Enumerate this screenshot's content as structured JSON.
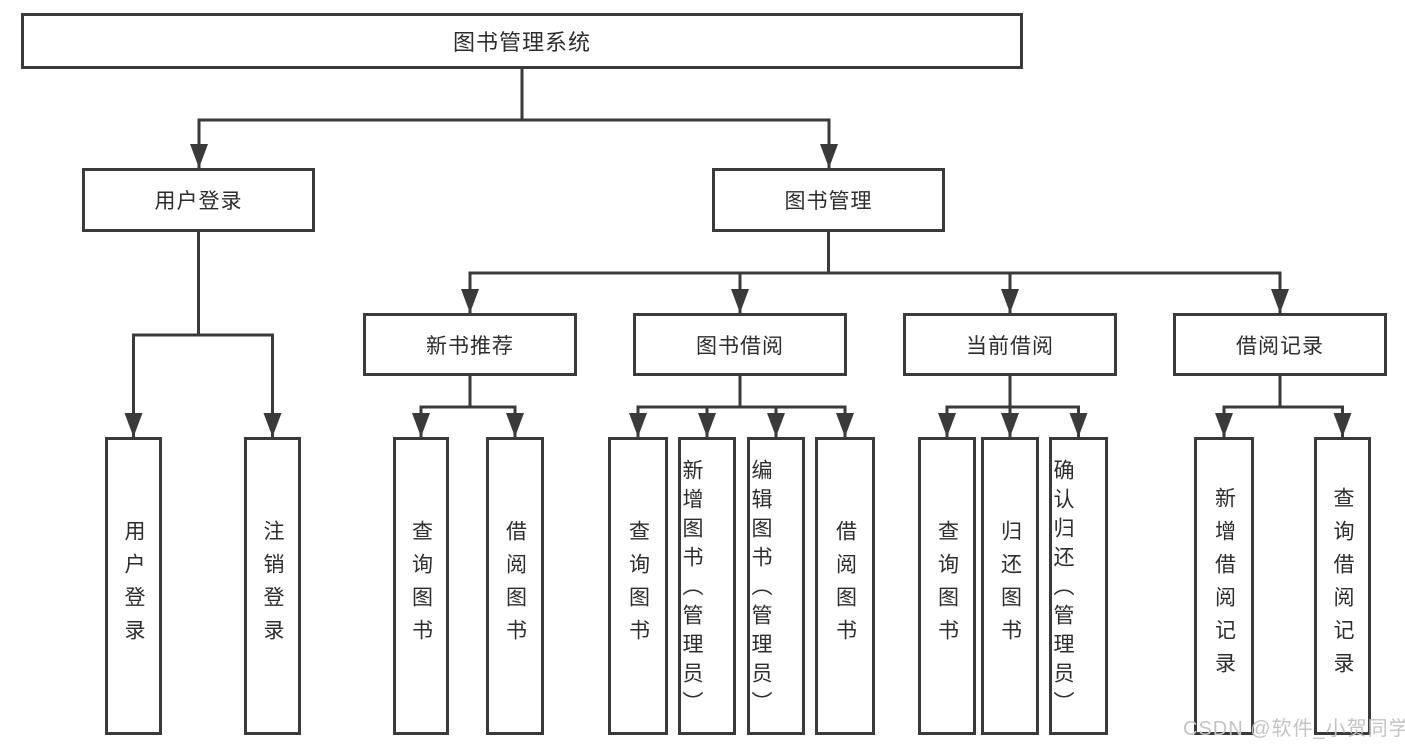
{
  "diagram": {
    "root": {
      "label": "图书管理系统"
    },
    "level2": [
      {
        "label": "用户登录"
      },
      {
        "label": "图书管理"
      }
    ],
    "level3": [
      {
        "label": "新书推荐",
        "parent": "图书管理"
      },
      {
        "label": "图书借阅",
        "parent": "图书管理"
      },
      {
        "label": "当前借阅",
        "parent": "图书管理"
      },
      {
        "label": "借阅记录",
        "parent": "图书管理"
      }
    ],
    "leaves": [
      {
        "label": "用户登录",
        "parent": "用户登录"
      },
      {
        "label": "注销登录",
        "parent": "用户登录"
      },
      {
        "label": "查询图书",
        "parent": "新书推荐"
      },
      {
        "label": "借阅图书",
        "parent": "新书推荐"
      },
      {
        "label": "查询图书",
        "parent": "图书借阅"
      },
      {
        "label": "新增图书（管理员）",
        "parent": "图书借阅"
      },
      {
        "label": "编辑图书（管理员）",
        "parent": "图书借阅"
      },
      {
        "label": "借阅图书",
        "parent": "图书借阅"
      },
      {
        "label": "查询图书",
        "parent": "当前借阅"
      },
      {
        "label": "归还图书",
        "parent": "当前借阅"
      },
      {
        "label": "确认归还（管理员）",
        "parent": "当前借阅"
      },
      {
        "label": "新增借阅记录",
        "parent": "借阅记录"
      },
      {
        "label": "查询借阅记录",
        "parent": "借阅记录"
      }
    ]
  },
  "watermark": {
    "text": "CSDN @软件_小贺同学"
  },
  "colors": {
    "line": "#3a3a3a",
    "box_border": "#3a3a3a",
    "text": "#2d2d2d",
    "watermark": "#c4c4c4",
    "background": "#ffffff"
  }
}
